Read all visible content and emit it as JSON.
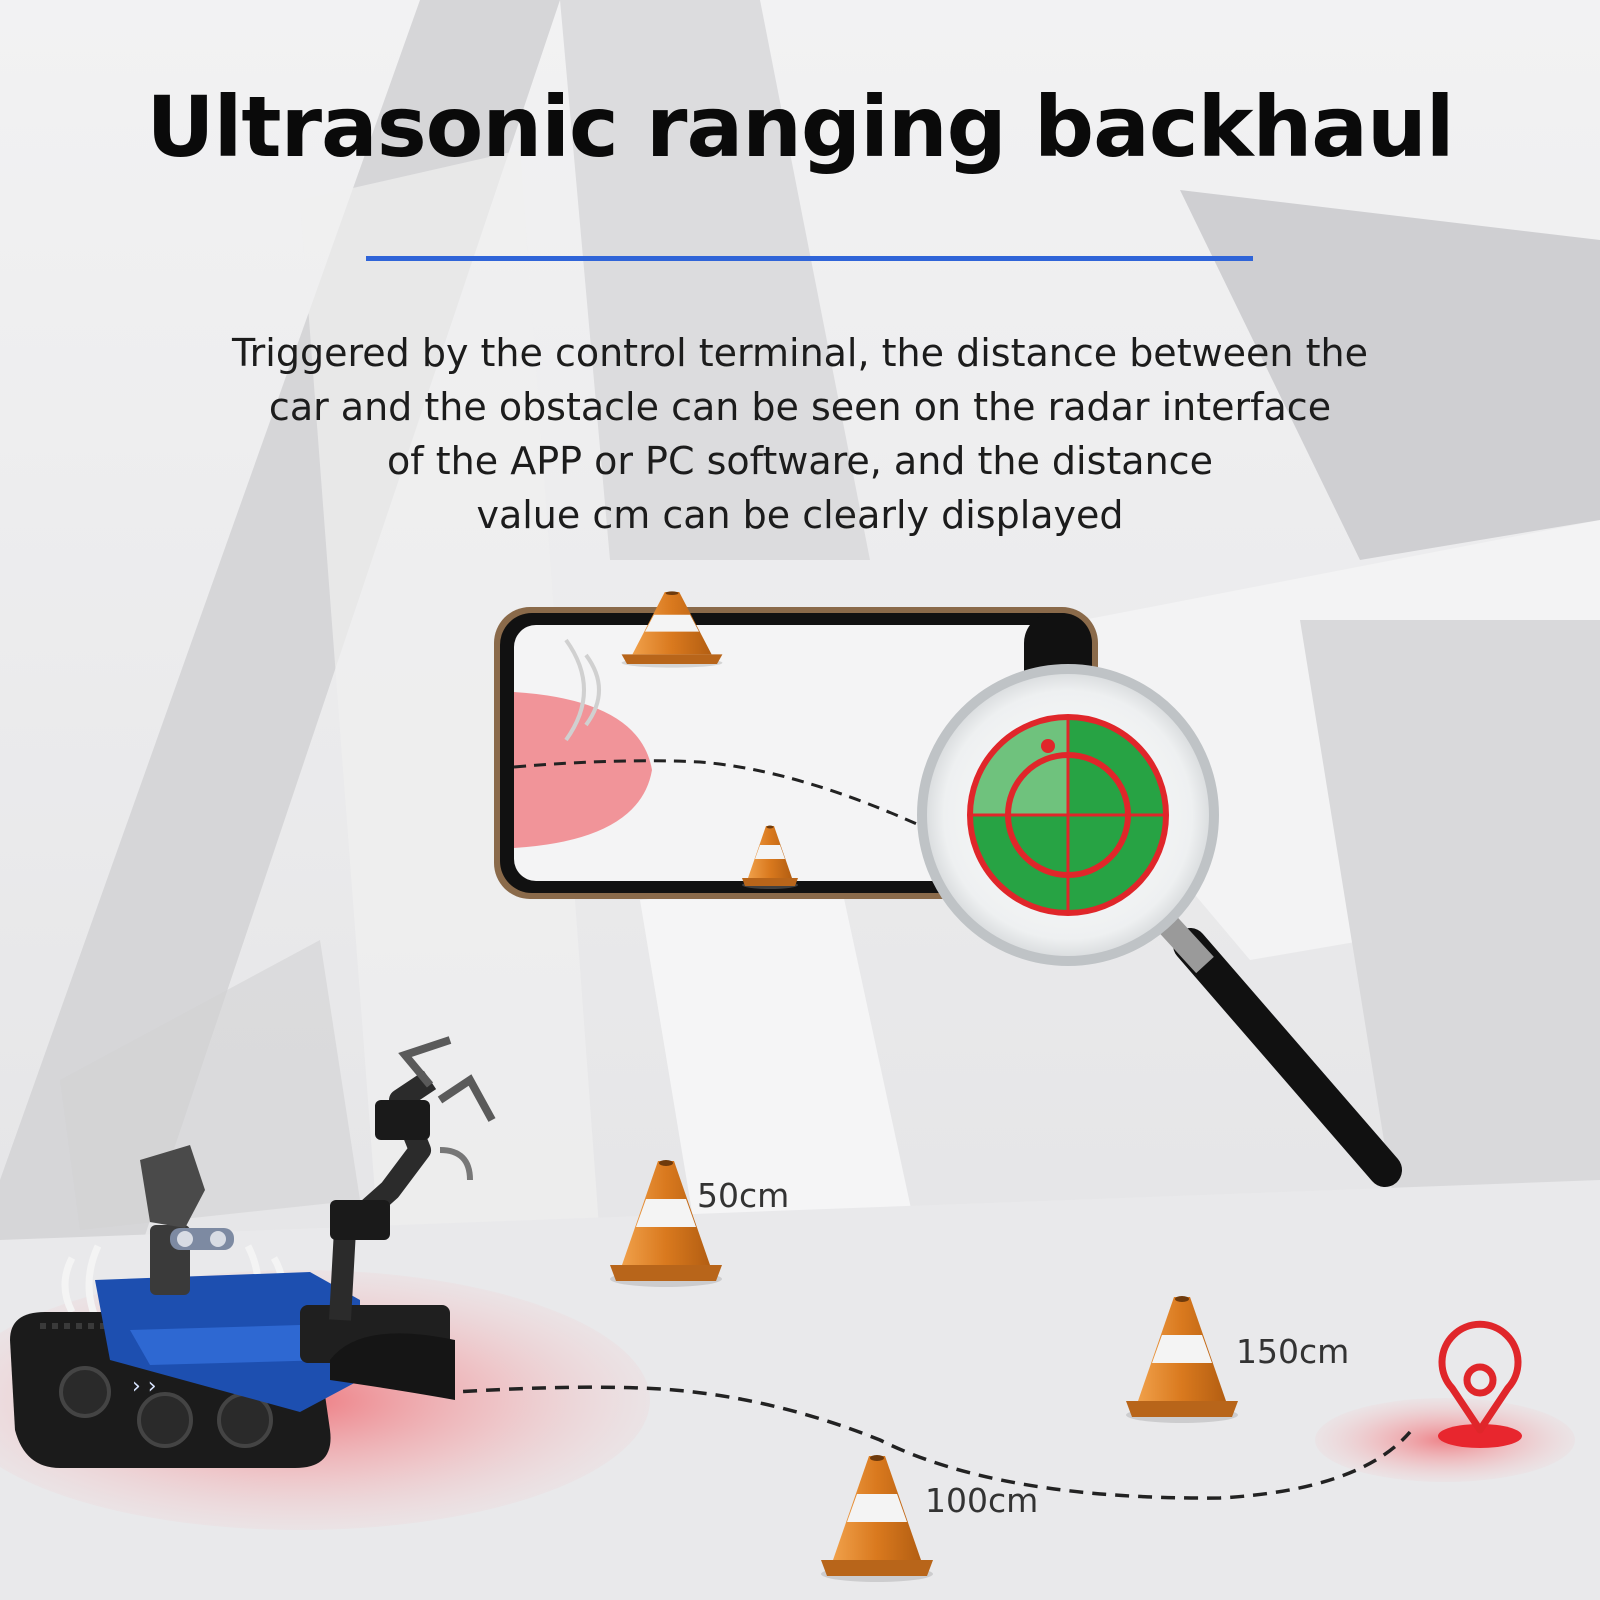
{
  "heading": "Ultrasonic ranging backhaul",
  "description_lines": [
    "Triggered by the control terminal, the distance between the",
    "car and the obstacle can be seen on the radar interface",
    "of the APP or PC software, and the distance",
    "value cm can be clearly displayed"
  ],
  "distance_labels": [
    "50cm",
    "100cm",
    "150cm"
  ],
  "colors": {
    "accent_blue": "#2f64d8",
    "radar_green": "#1f9a3c",
    "radar_red": "#e0262a",
    "cone_orange": "#d9791e",
    "tank_blue": "#1d4fb0",
    "signal_pink": "#f06a72"
  },
  "icons": [
    "phone-icon",
    "magnifier-icon",
    "radar-icon",
    "location-pin-icon",
    "traffic-cone-icon",
    "robot-tank-icon"
  ]
}
